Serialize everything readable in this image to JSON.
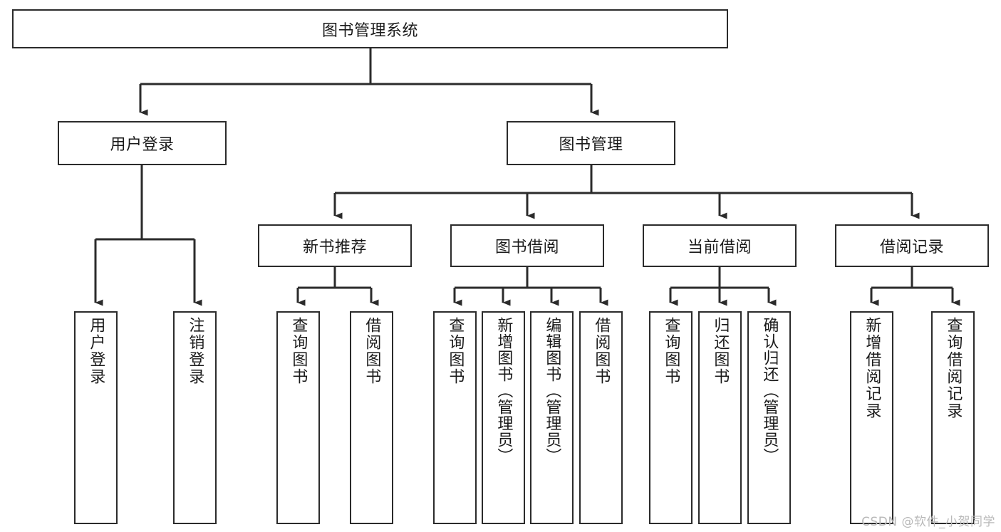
{
  "diagram": {
    "type": "tree",
    "title": "图书管理系统",
    "root": {
      "id": "root",
      "label": "图书管理系统"
    },
    "level2": [
      {
        "id": "user-login",
        "label": "用户登录"
      },
      {
        "id": "book-manage",
        "label": "图书管理"
      }
    ],
    "level3": [
      {
        "id": "new-book-rec",
        "label": "新书推荐"
      },
      {
        "id": "book-borrow",
        "label": "图书借阅"
      },
      {
        "id": "current-borrow",
        "label": "当前借阅"
      },
      {
        "id": "borrow-record",
        "label": "借阅记录"
      }
    ],
    "leaves": {
      "user_login": [
        {
          "id": "leaf-user-login",
          "label": "用户登录"
        },
        {
          "id": "leaf-logout",
          "label": "注销登录"
        }
      ],
      "new_book_rec": [
        {
          "id": "leaf-query-book-1",
          "label": "查询图书"
        },
        {
          "id": "leaf-borrow-book-1",
          "label": "借阅图书"
        }
      ],
      "book_borrow": [
        {
          "id": "leaf-query-book-2",
          "label": "查询图书"
        },
        {
          "id": "leaf-add-book",
          "label": "新增图书（管理员）"
        },
        {
          "id": "leaf-edit-book",
          "label": "编辑图书（管理员）"
        },
        {
          "id": "leaf-borrow-book-2",
          "label": "借阅图书"
        }
      ],
      "current_borrow": [
        {
          "id": "leaf-query-book-3",
          "label": "查询图书"
        },
        {
          "id": "leaf-return-book",
          "label": "归还图书"
        },
        {
          "id": "leaf-confirm-return",
          "label": "确认归还（管理员）"
        }
      ],
      "borrow_record": [
        {
          "id": "leaf-add-record",
          "label": "新增借阅记录"
        },
        {
          "id": "leaf-query-record",
          "label": "查询借阅记录"
        }
      ]
    }
  },
  "watermark": {
    "text": "CSDN @软件_小贺同学"
  },
  "colors": {
    "stroke": "#2b2b2b",
    "fill": "#ffffff",
    "text": "#1a1a1a",
    "watermark": "#b9b9b9"
  }
}
